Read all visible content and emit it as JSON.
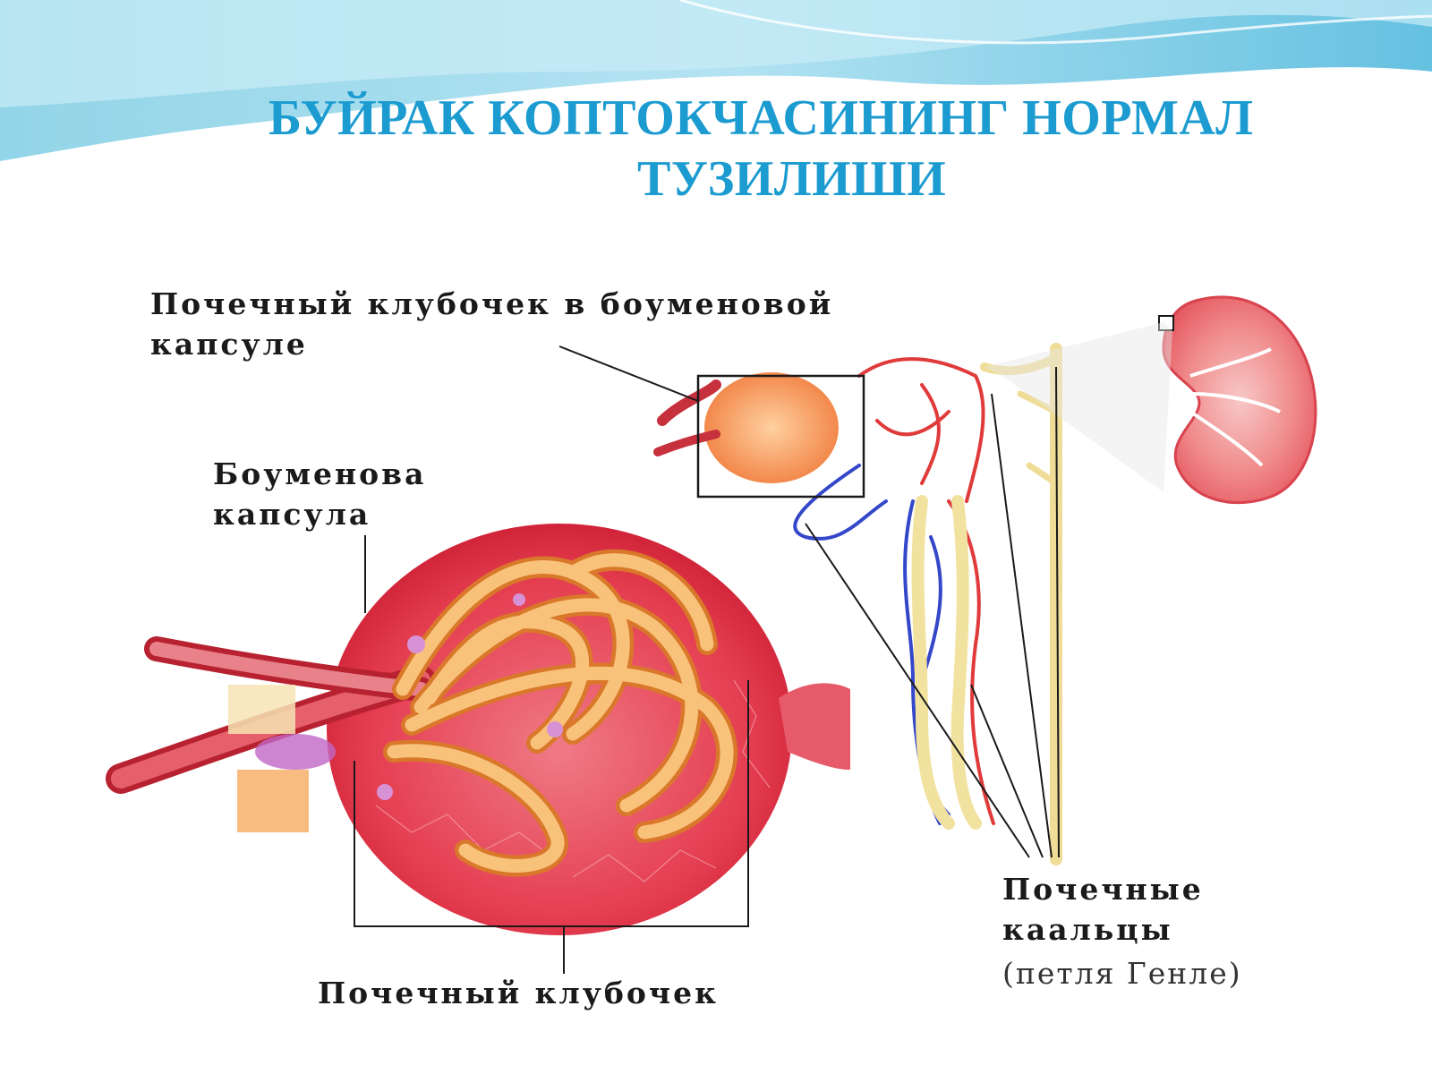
{
  "title": {
    "line1": "БУЙРАК КОПТОКЧАСИНИНГ НОРМАЛ",
    "line2": "ТУЗИЛИШИ"
  },
  "labels": {
    "glomerulus_in_capsule": [
      "Почечный клубочек в боуменовой",
      "капсуле"
    ],
    "bowman_capsule": [
      "Боуменова",
      "капсула"
    ],
    "glomerulus": "Почечный клубочек",
    "tubules": [
      "Почечные",
      "каальцы"
    ],
    "loop_of_henle": "(петля Генле)"
  },
  "colors": {
    "title": "#1b9bd0",
    "header_wave": "#8fd3e8",
    "capsule_red": "#d9263a",
    "capillary_orange": "#f5a640",
    "vein_blue": "#3447c9",
    "duct_yellow": "#f2e2a0"
  }
}
